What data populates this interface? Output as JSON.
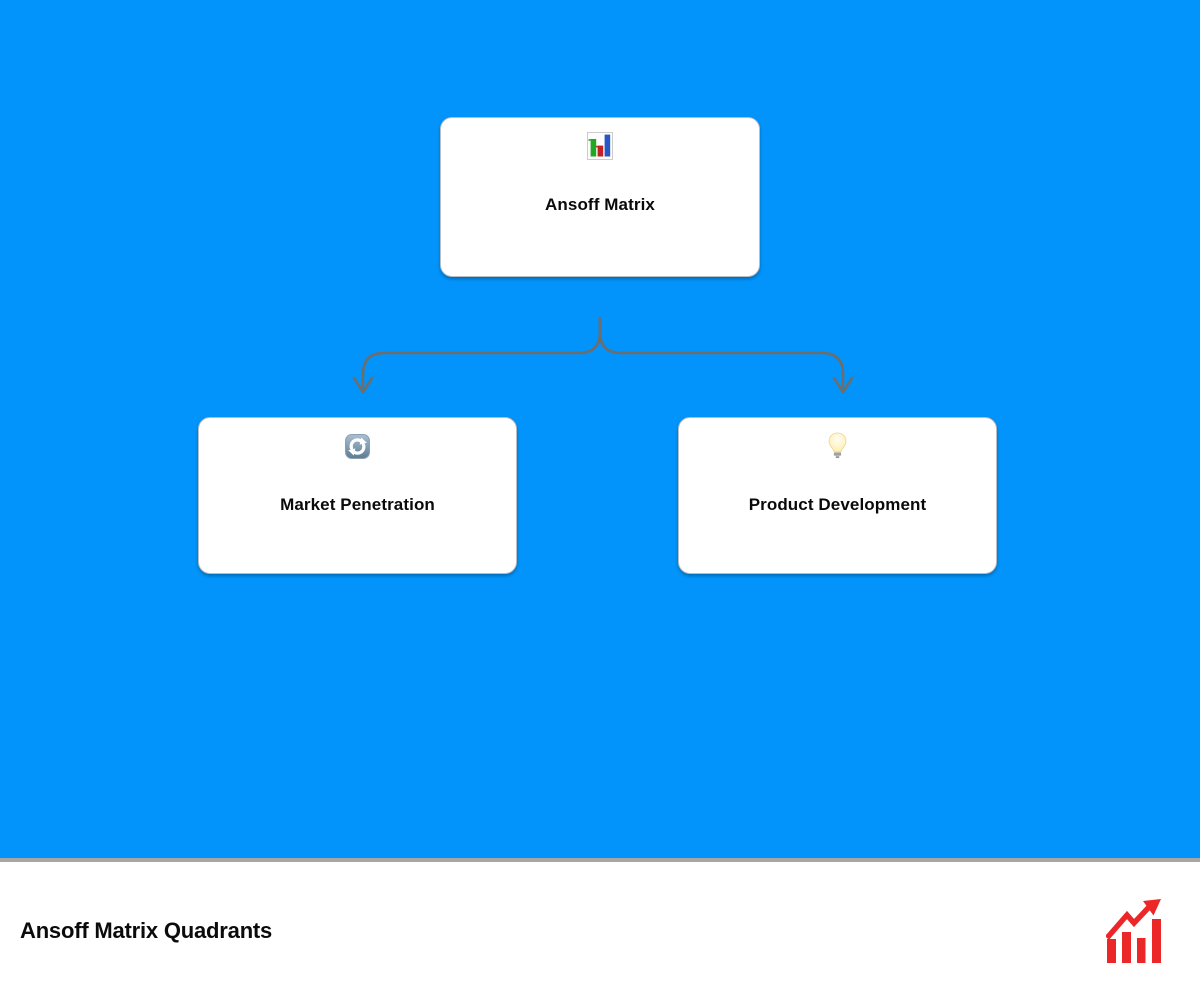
{
  "canvas": {
    "background_color": "#0294fb"
  },
  "diagram": {
    "root_node": {
      "label": "Ansoff Matrix",
      "icon": "bar-chart-icon"
    },
    "child_nodes": [
      {
        "label": "Market Penetration",
        "icon": "counterclockwise-arrows-icon"
      },
      {
        "label": "Product Development",
        "icon": "light-bulb-icon"
      }
    ],
    "connector": {
      "color": "#6d6d6d"
    }
  },
  "footer": {
    "title": "Ansoff Matrix Quadrants",
    "logo_icon": "trending-up-chart-logo",
    "logo_color": "#ec2727"
  }
}
